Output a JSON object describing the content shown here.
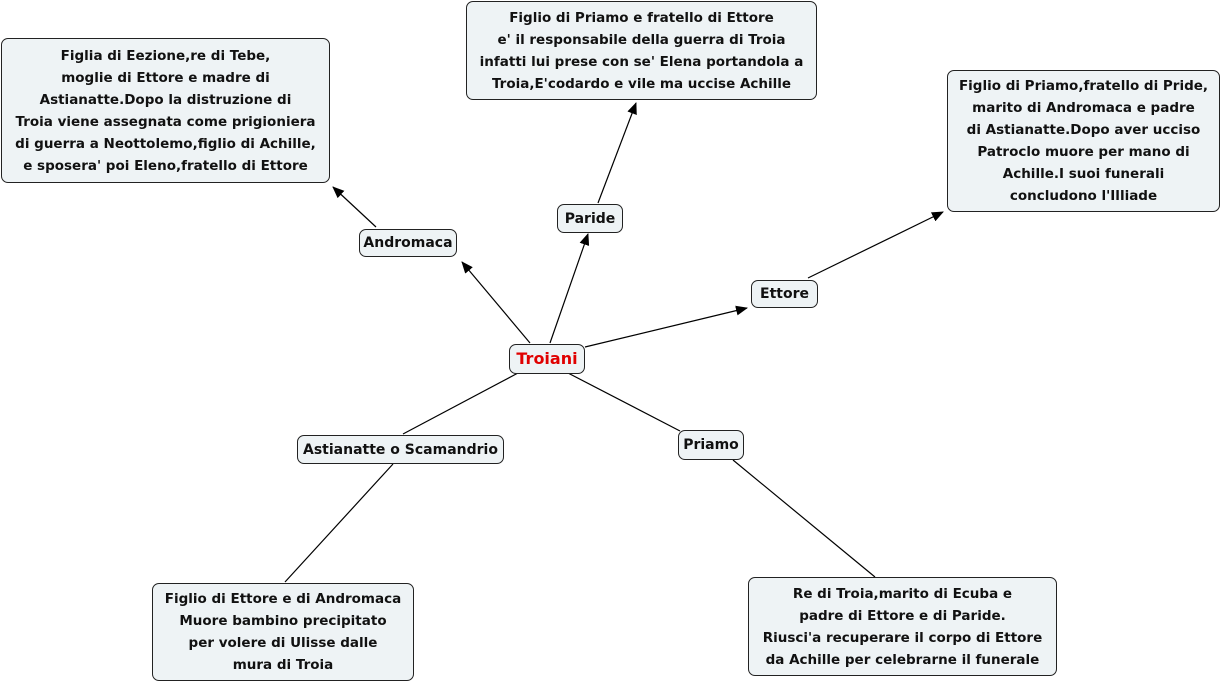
{
  "root": {
    "label": "Troiani",
    "color": "#e00000"
  },
  "concepts": {
    "andromaca": "Andromaca",
    "paride": "Paride",
    "ettore": "Ettore",
    "astianatte": "Astianatte o Scamandrio",
    "priamo": "Priamo"
  },
  "descriptions": {
    "andromaca": "Figlia di Eezione,re di Tebe,\nmoglie di Ettore e madre di\nAstianatte.Dopo la distruzione di\nTroia viene assegnata come prigioniera\ndi guerra a Neottolemo,figlio di Achille,\ne sposera' poi Eleno,fratello di Ettore",
    "paride": "Figlio di Priamo e fratello di Ettore\ne' il responsabile della guerra di Troia\ninfatti lui prese con se' Elena portandola a\nTroia,E'codardo e vile ma uccise Achille",
    "ettore": "Figlio di Priamo,fratello di Pride,\nmarito di Andromaca e padre\ndi Astianatte.Dopo aver ucciso\nPatroclo muore per mano di\nAchille.I suoi funerali\nconcludono l'Illiade",
    "astianatte": "Figlio di Ettore e di Andromaca\nMuore bambino precipitato\nper volere di Ulisse dalle\nmura di Troia",
    "priamo": "Re di Troia,marito di Ecuba e\npadre di Ettore e di Paride.\nRiusci'a recuperare il corpo di Ettore\nda Achille per celebrarne il funerale"
  }
}
